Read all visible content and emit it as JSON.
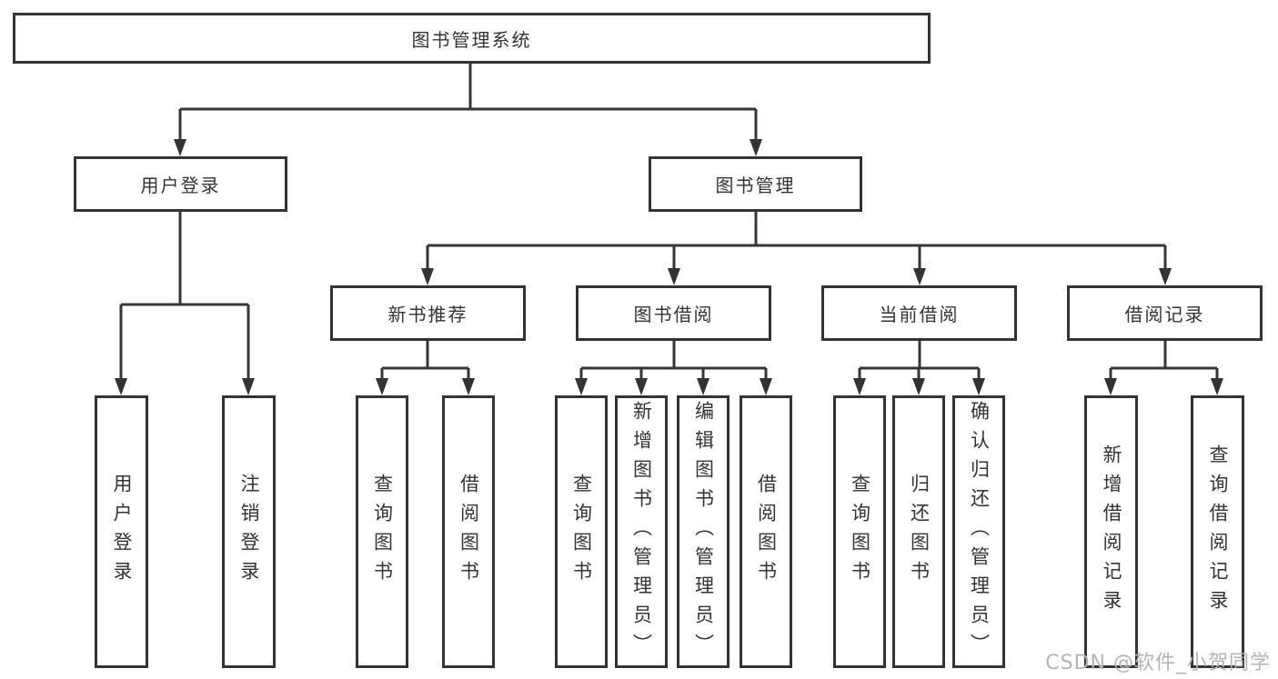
{
  "tree": {
    "label": "图书管理系统",
    "children": [
      {
        "label": "用户登录",
        "children": [
          {
            "label": "用户登录"
          },
          {
            "label": "注销登录"
          }
        ]
      },
      {
        "label": "图书管理",
        "children": [
          {
            "label": "新书推荐",
            "children": [
              {
                "label": "查询图书"
              },
              {
                "label": "借阅图书"
              }
            ]
          },
          {
            "label": "图书借阅",
            "children": [
              {
                "label": "查询图书"
              },
              {
                "label": "新增图书（管理员）"
              },
              {
                "label": "编辑图书（管理员）"
              },
              {
                "label": "借阅图书"
              }
            ]
          },
          {
            "label": "当前借阅",
            "children": [
              {
                "label": "查询图书"
              },
              {
                "label": "归还图书"
              },
              {
                "label": "确认归还（管理员）"
              }
            ]
          },
          {
            "label": "借阅记录",
            "children": [
              {
                "label": "新增借阅记录"
              },
              {
                "label": "查询借阅记录"
              }
            ]
          }
        ]
      }
    ]
  },
  "watermark": {
    "text": "CSDN @软件_小贺同学"
  },
  "colors": {
    "line": "#363636",
    "box_border": "#333333",
    "text": "#333333",
    "watermark": "#b4b4b4",
    "background": "#ffffff"
  }
}
